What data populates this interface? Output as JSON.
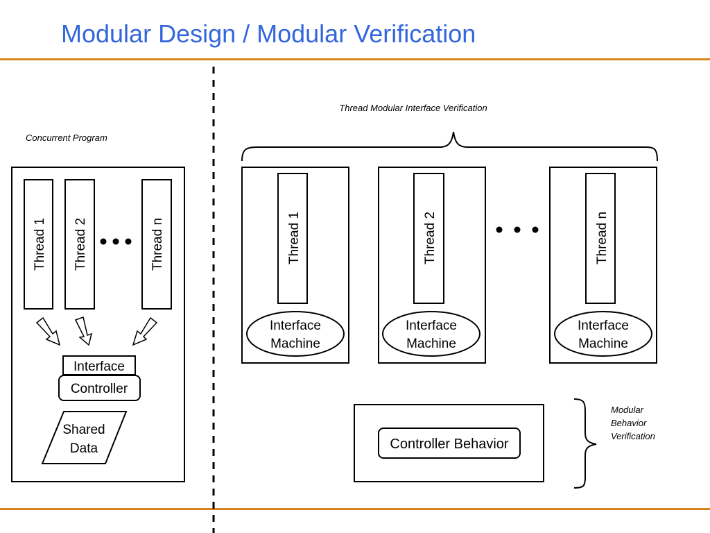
{
  "title": "Modular Design / Modular Verification",
  "colors": {
    "title": "#3366dd",
    "rule": "#d9841e",
    "stroke": "#000000"
  },
  "left": {
    "caption": "Concurrent Program",
    "threads": [
      "Thread 1",
      "Thread 2",
      "Thread n"
    ],
    "interface": "Interface",
    "controller": "Controller",
    "shared_data": [
      "Shared",
      "Data"
    ]
  },
  "right": {
    "top_caption": "Thread Modular Interface Verification",
    "threads": [
      "Thread 1",
      "Thread 2",
      "Thread n"
    ],
    "interface_machine": [
      "Interface",
      "Machine"
    ],
    "controller_behavior": "Controller Behavior",
    "side_caption": [
      "Modular",
      "Behavior",
      "Verification"
    ]
  }
}
